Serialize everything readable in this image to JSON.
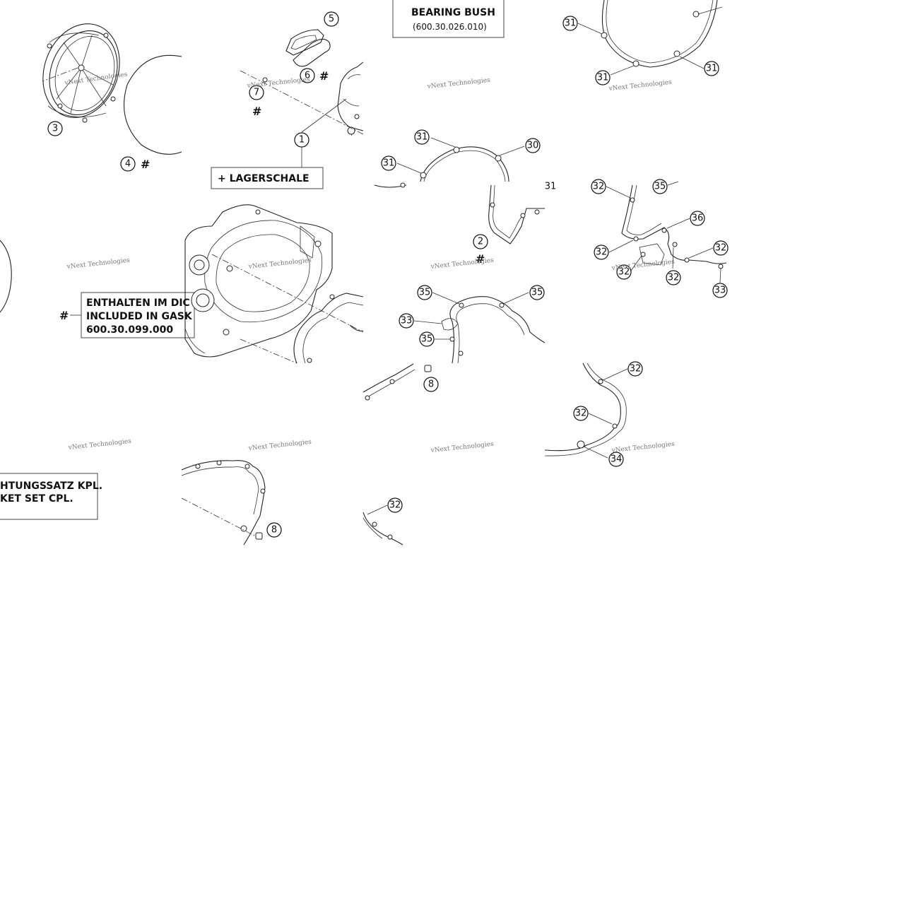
{
  "watermark": "vNext Technologies",
  "hash_symbol": "#",
  "callouts": {
    "c1": "1",
    "c2": "2",
    "c3": "3",
    "c4": "4",
    "c5": "5",
    "c6": "6",
    "c7": "7",
    "c8": "8",
    "c30": "30",
    "c31": "31",
    "c32": "32",
    "c33": "33",
    "c34": "34",
    "c35": "35",
    "c36": "36"
  },
  "boxes": {
    "lager_top": "+ LAGERSCHALE",
    "bearing_line1": "BEARING BUSH",
    "bearing_code": "(600.30.026.010)",
    "enthalten_line1": "ENTHALTEN IM DIC",
    "enthalten_line2": "INCLUDED IN GASK",
    "enthalten_code": "600.30.099.000",
    "dichtung_line1": "HTUNGSSATZ KPL.",
    "dichtung_line2": "KET SET CPL."
  },
  "colors": {
    "ink": "#111111",
    "watermark": "#777777",
    "background": "#ffffff"
  }
}
